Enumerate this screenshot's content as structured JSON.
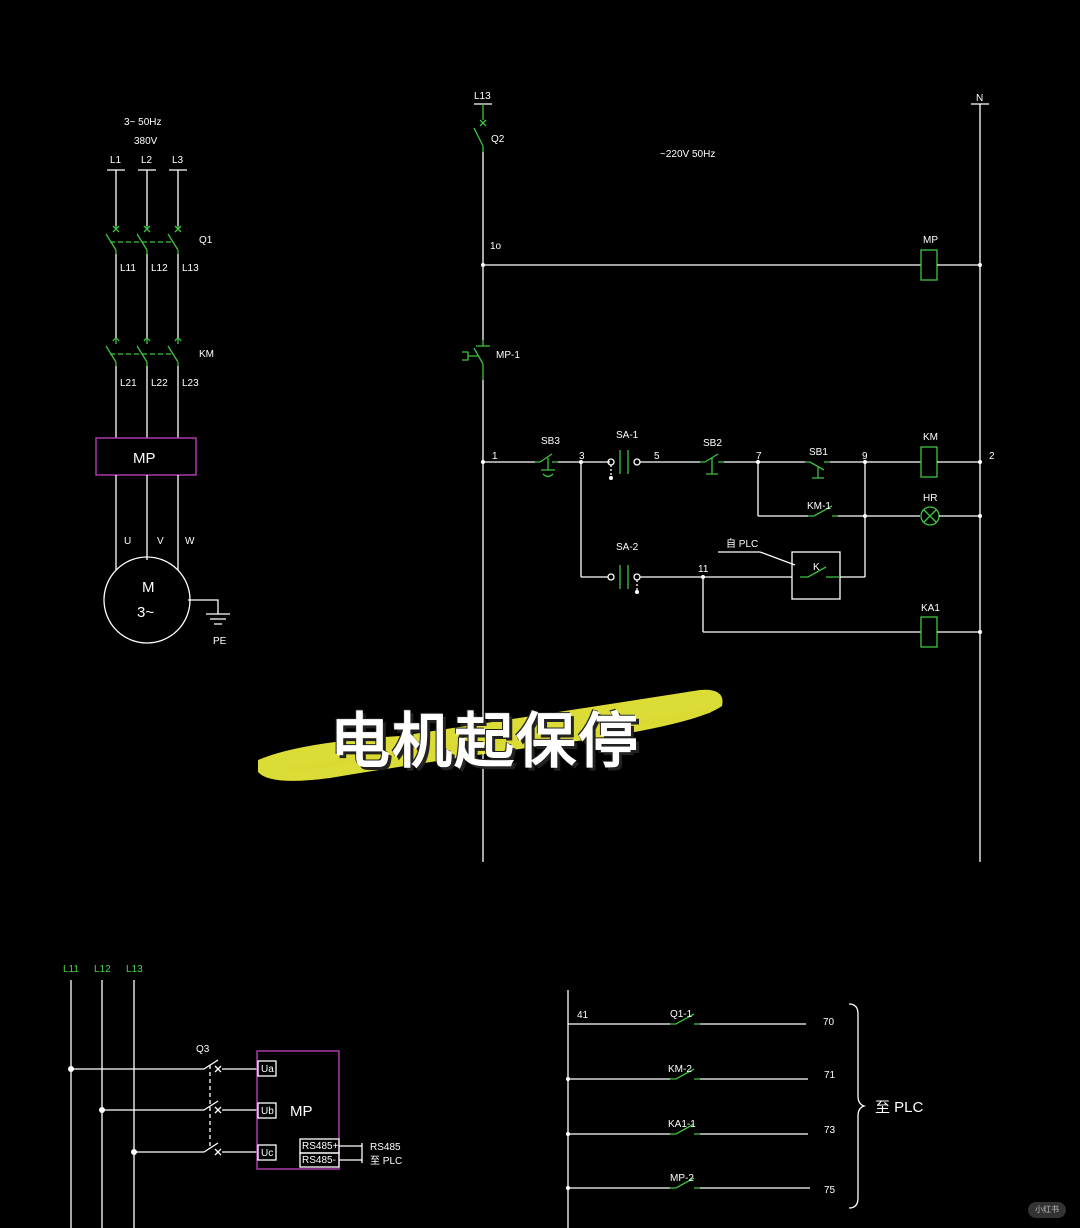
{
  "title": "电机起保停",
  "watermark": "小红书",
  "colors": {
    "background": "#000000",
    "wire": "#ffffff",
    "component": "#3fc43f",
    "meter_box": "#b63cb6",
    "highlight": "#e8e83a"
  },
  "main_circuit": {
    "supply_line1": "3~   50Hz",
    "supply_line2": "380V",
    "phases": [
      "L1",
      "L2",
      "L3"
    ],
    "breaker": "Q1",
    "breaker_out": [
      "L11",
      "L12",
      "L13"
    ],
    "contactor": "KM",
    "contactor_out": [
      "L21",
      "L22",
      "L23"
    ],
    "meter": "MP",
    "motor_terms": [
      "U",
      "V",
      "W"
    ],
    "motor_label": "M",
    "motor_sub": "3~",
    "ground": "PE"
  },
  "control_circuit": {
    "phase": "L13",
    "neutral": "N",
    "breaker": "Q2",
    "supply": "~220V    50Hz",
    "node_1o": "1o",
    "meter_coil": "MP",
    "meter_contact": "MP-1",
    "node_1": "1",
    "sb3": "SB3",
    "node_3": "3",
    "sa1": "SA-1",
    "node_5": "5",
    "sb2": "SB2",
    "node_7": "7",
    "sb1": "SB1",
    "node_9": "9",
    "km_coil": "KM",
    "node_2": "2",
    "km1": "KM-1",
    "hr": "HR",
    "sa2": "SA-2",
    "from_plc": "自 PLC",
    "relay_k": "K",
    "node_11": "11",
    "ka1": "KA1"
  },
  "meter_wiring": {
    "lines": [
      "L11",
      "L12",
      "L13"
    ],
    "breaker": "Q3",
    "inputs": [
      "Ua",
      "Ub",
      "Uc"
    ],
    "meter": "MP",
    "rs485_plus": "RS485+",
    "rs485_minus": "RS485-",
    "rs485_note": "RS485",
    "to_plc": "至 PLC"
  },
  "plc_inputs": {
    "node_41": "41",
    "contacts": [
      "Q1-1",
      "KM-2",
      "KA1-1",
      "MP-2"
    ],
    "terminals": [
      "70",
      "71",
      "73",
      "75"
    ],
    "to_plc": "至 PLC"
  }
}
